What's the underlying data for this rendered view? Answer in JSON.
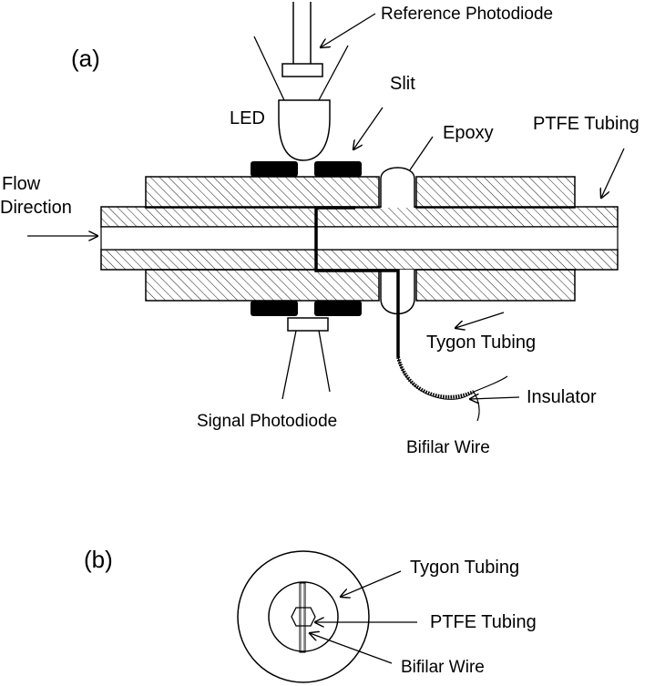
{
  "panel_a": {
    "label": "(a)",
    "reference_photodiode": "Reference Photodiode",
    "led": "LED",
    "slit": "Slit",
    "epoxy": "Epoxy",
    "ptfe_tubing": "PTFE Tubing",
    "flow_line1": "Flow",
    "flow_line2": "Direction",
    "tygon_tubing": "Tygon Tubing",
    "insulator": "Insulator",
    "signal_photodiode": "Signal Photodiode",
    "bifilar_wire": "Bifilar Wire"
  },
  "panel_b": {
    "label": "(b)",
    "tygon_tubing": "Tygon Tubing",
    "ptfe_tubing": "PTFE Tubing",
    "bifilar_wire": "Bifilar Wire"
  },
  "colors": {
    "line": "#000000",
    "background": "#ffffff"
  }
}
